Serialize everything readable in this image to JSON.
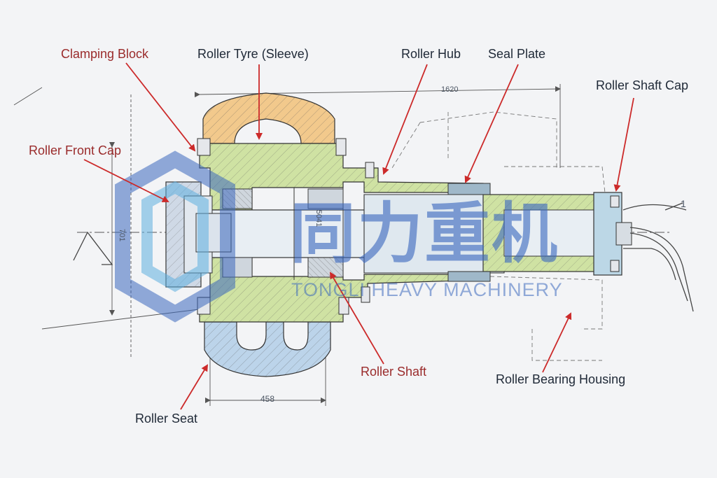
{
  "labels": {
    "clamping_block": "Clamping Block",
    "roller_tyre": "Roller Tyre (Sleeve)",
    "roller_hub": "Roller Hub",
    "seal_plate": "Seal Plate",
    "roller_shaft_cap": "Roller Shaft Cap",
    "roller_front_cap": "Roller Front Cap",
    "roller_shaft": "Roller Shaft",
    "roller_bearing_housing": "Roller Bearing Housing",
    "roller_seat": "Roller Seat"
  },
  "dimensions": {
    "overall_length": "1620",
    "seat_width": "458",
    "bore": "5041",
    "height": "701",
    "part_number": "1"
  },
  "watermark": {
    "chinese": "同力重机",
    "english": "TONGLI HEAVY MACHINERY"
  },
  "colors": {
    "label_red": "#9a2b2b",
    "arrow_red": "#cc2a2a",
    "tyre_orange": "#f2c98c",
    "hub_green": "#cfe2a3",
    "housing_blue": "#bcd7e6",
    "seat_blue": "#bcd4ea",
    "watermark_blue": "#3c69be"
  },
  "icons": {
    "watermark_logo": "hexagon-logo-icon"
  }
}
